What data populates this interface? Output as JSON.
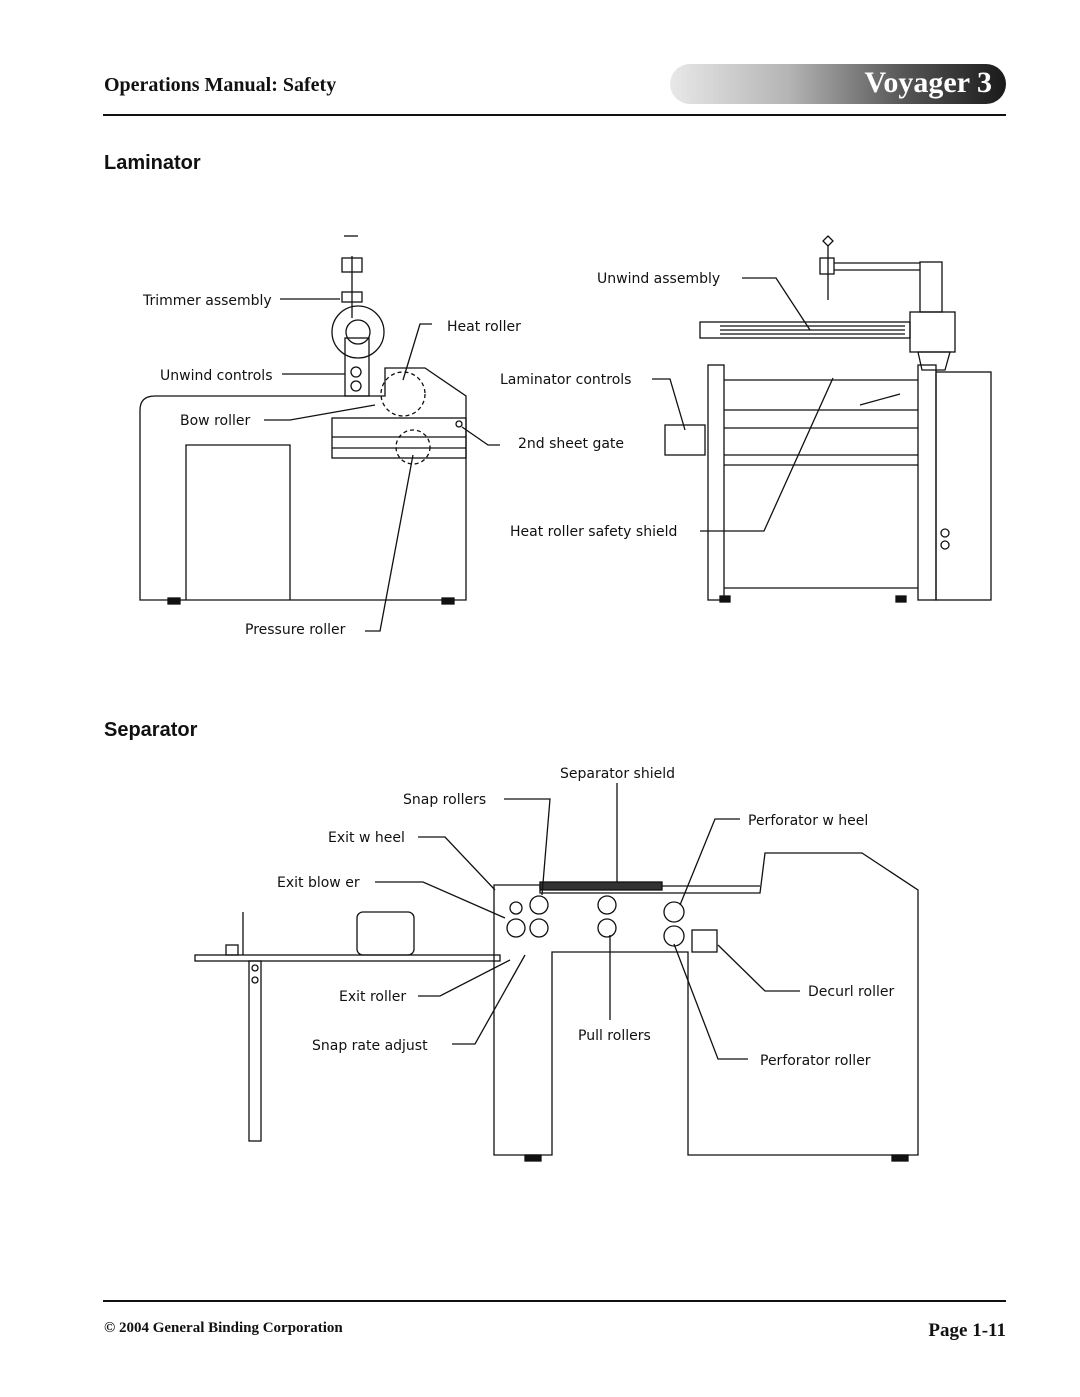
{
  "header": {
    "title": "Operations Manual: Safety",
    "brand": "Voyager 3"
  },
  "sections": {
    "laminator": "Laminator",
    "separator": "Separator"
  },
  "laminator_labels": {
    "trimmer": "Trimmer assembly",
    "unwind_controls": "Unwind controls",
    "bow_roller": "Bow roller",
    "heat_roller": "Heat roller",
    "sheet_gate": "2nd sheet gate",
    "pressure_roller": "Pressure roller",
    "unwind_assembly": "Unwind assembly",
    "laminator_controls": "Laminator controls",
    "safety_shield": "Heat roller safety shield"
  },
  "separator_labels": {
    "separator_shield": "Separator shield",
    "snap_rollers": "Snap rollers",
    "exit_wheel": "Exit w heel",
    "exit_blower": "Exit blow er",
    "perforator_wheel": "Perforator w heel",
    "exit_roller": "Exit roller",
    "snap_rate": "Snap rate adjust",
    "pull_rollers": "Pull rollers",
    "decurl_roller": "Decurl roller",
    "perforator_roller": "Perforator roller"
  },
  "footer": {
    "copyright": "© 2004 General Binding Corporation",
    "page": "Page 1-11"
  }
}
